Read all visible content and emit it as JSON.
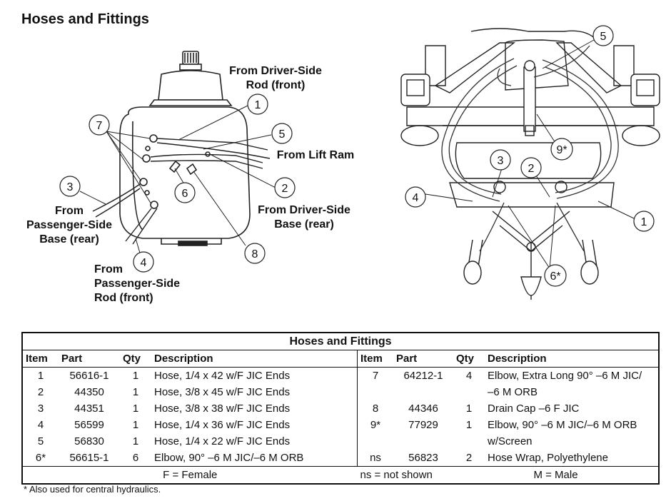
{
  "page": {
    "title": "Hoses and Fittings"
  },
  "left_diagram": {
    "labels": {
      "driver_rod": [
        "From Driver-Side",
        "Rod (front)"
      ],
      "lift_ram": "From Lift Ram",
      "driver_base": [
        "From Driver-Side",
        "Base (rear)"
      ],
      "passenger_base": [
        "From",
        "Passenger-Side",
        "Base (rear)"
      ],
      "passenger_rod": [
        "From",
        "Passenger-Side",
        "Rod (front)"
      ]
    },
    "callouts": {
      "c1": "1",
      "c2": "2",
      "c3": "3",
      "c4": "4",
      "c5": "5",
      "c6": "6",
      "c7": "7",
      "c8": "8"
    }
  },
  "right_diagram": {
    "callouts": {
      "c1": "1",
      "c2": "2",
      "c3": "3",
      "c4": "4",
      "c5": "5",
      "c6": "6*",
      "c9": "9*"
    }
  },
  "table": {
    "title": "Hoses and Fittings",
    "headers": {
      "item": "Item",
      "part": "Part",
      "qty": "Qty",
      "description": "Description"
    },
    "left_rows": [
      {
        "item": "1",
        "part": "56616-1",
        "qty": "1",
        "description": "Hose, 1/4 x 42 w/F JIC Ends"
      },
      {
        "item": "2",
        "part": "44350",
        "qty": "1",
        "description": "Hose, 3/8 x 45 w/F JIC Ends"
      },
      {
        "item": "3",
        "part": "44351",
        "qty": "1",
        "description": "Hose, 3/8 x 38 w/F JIC Ends"
      },
      {
        "item": "4",
        "part": "56599",
        "qty": "1",
        "description": "Hose, 1/4 x 36 w/F JIC Ends"
      },
      {
        "item": "5",
        "part": "56830",
        "qty": "1",
        "description": "Hose, 1/4 x 22 w/F JIC Ends"
      },
      {
        "item": "6*",
        "part": "56615-1",
        "qty": "6",
        "description": "Elbow, 90° –6 M JIC/–6 M ORB"
      }
    ],
    "right_rows": [
      {
        "item": "7",
        "part": "64212-1",
        "qty": "4",
        "description": "Elbow, Extra Long 90° –6 M JIC/",
        "description2": "–6 M ORB"
      },
      {
        "item": "8",
        "part": "44346",
        "qty": "1",
        "description": "Drain Cap –6 F JIC"
      },
      {
        "item": "9*",
        "part": "77929",
        "qty": "1",
        "description": "Elbow, 90° –6 M JIC/–6 M ORB",
        "description2": "w/Screen"
      },
      {
        "item": "ns",
        "part": "56823",
        "qty": "2",
        "description": "Hose Wrap, Polyethylene"
      }
    ],
    "legend": {
      "female": "F = Female",
      "not_shown": "ns = not shown",
      "male": "M = Male"
    }
  },
  "footnote": "* Also used for central hydraulics."
}
